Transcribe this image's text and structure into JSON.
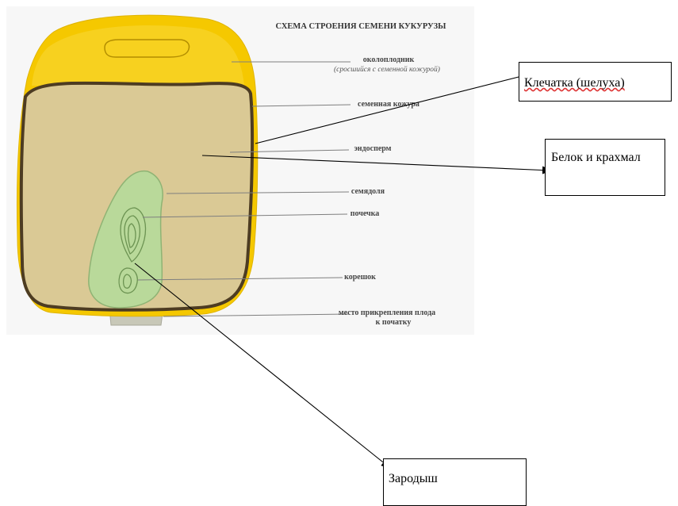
{
  "diagram": {
    "title": "СХЕМА СТРОЕНИЯ СЕМЕНИ КУКУРУЗЫ",
    "labels": {
      "pericarp": "околоплодник",
      "pericarp_note": "(сросшийся с семенной кожурой)",
      "seed_coat": "семенная кожура",
      "endosperm": "эндосперм",
      "cotyledon": "семядоля",
      "bud": "почечка",
      "root": "корешок",
      "attachment_line1": "место прикрепления плода",
      "attachment_line2": "к початку"
    },
    "colors": {
      "pericarp": "#f5c800",
      "pericarp_light": "#fde35a",
      "seed_coat": "#4d3c22",
      "endosperm": "#dac995",
      "embryo": "#b9d99a",
      "embryo_line": "#6c9352",
      "stalk": "#c8c8b8",
      "leader": "#7f7f7f",
      "arrow": "#000000"
    }
  },
  "callouts": {
    "fiber": "Клечатка (шелуха)",
    "protein_starch": "Белок и крахмал",
    "embryo": "Зародыш"
  }
}
